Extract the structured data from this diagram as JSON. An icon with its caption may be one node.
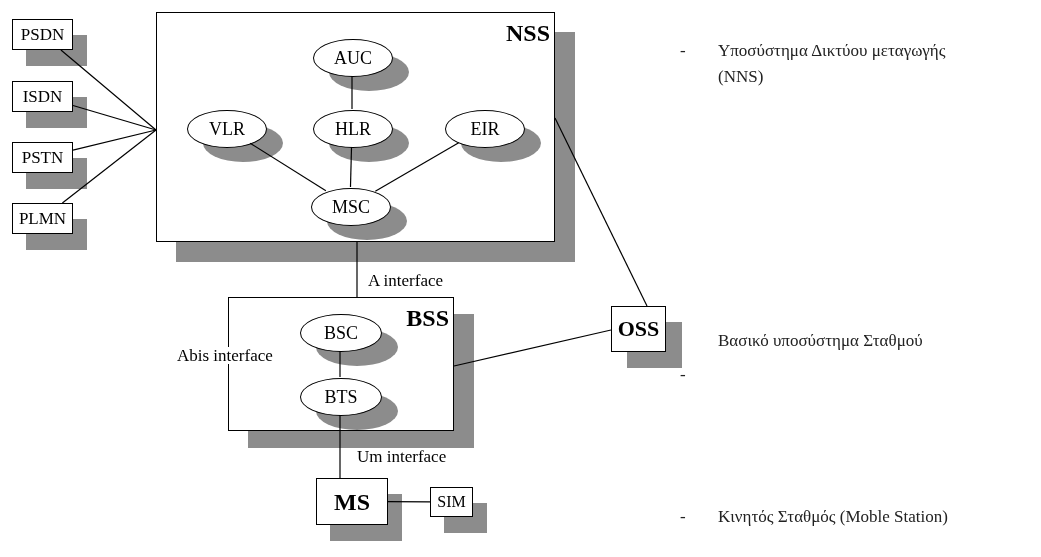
{
  "diagram": {
    "nodes": [
      {
        "text": [
          "PSDN"
        ]
      },
      {
        "text": [
          "ISDN"
        ]
      },
      {
        "text": [
          "PSTN"
        ]
      },
      {
        "text": [
          "PLMN"
        ]
      },
      {
        "text": [
          "NSS"
        ]
      },
      {
        "text": [
          "AUC"
        ],
        "in": 4
      },
      {
        "text": [
          "VLR"
        ],
        "in": 4
      },
      {
        "text": [
          "HLR"
        ],
        "in": 4
      },
      {
        "text": [
          "EIR"
        ],
        "in": 4
      },
      {
        "text": [
          "MSC"
        ],
        "in": 4
      },
      {
        "text": [
          "BSS"
        ]
      },
      {
        "text": [
          "BSC"
        ],
        "in": 10
      },
      {
        "text": [
          "BTS"
        ],
        "in": 10
      },
      {
        "text": [
          "OSS"
        ]
      },
      {
        "text": [
          "MS"
        ]
      },
      {
        "text": [
          "SIM"
        ]
      }
    ],
    "edges": [
      {
        "from": 0,
        "to": 4,
        "arrow": "none"
      },
      {
        "from": 1,
        "to": 4,
        "arrow": "none"
      },
      {
        "from": 2,
        "to": 4,
        "arrow": "none"
      },
      {
        "from": 3,
        "to": 4,
        "arrow": "none"
      },
      {
        "from": 5,
        "to": 7,
        "arrow": "none"
      },
      {
        "from": 7,
        "to": 9,
        "arrow": "none"
      },
      {
        "from": 6,
        "to": 9,
        "arrow": "none"
      },
      {
        "from": 8,
        "to": 9,
        "arrow": "none"
      },
      {
        "from": 4,
        "to": 10,
        "arrow": "none",
        "label": "A interface"
      },
      {
        "from": 11,
        "to": 12,
        "arrow": "none",
        "label": "Abis interface"
      },
      {
        "from": 12,
        "to": 14,
        "arrow": "none",
        "label": "Um interface"
      },
      {
        "from": 14,
        "to": 15,
        "arrow": "none"
      },
      {
        "from": 4,
        "to": 13,
        "arrow": "none"
      },
      {
        "from": 10,
        "to": 13,
        "arrow": "none"
      }
    ],
    "labels": [
      "-",
      "Υποσύστημα Δικτύου μεταγωγής (NNS)",
      "-",
      "Βασικό υποσύστημα Σταθμού",
      "-",
      "Κινητός Σταθμός (Moble Station)"
    ]
  }
}
